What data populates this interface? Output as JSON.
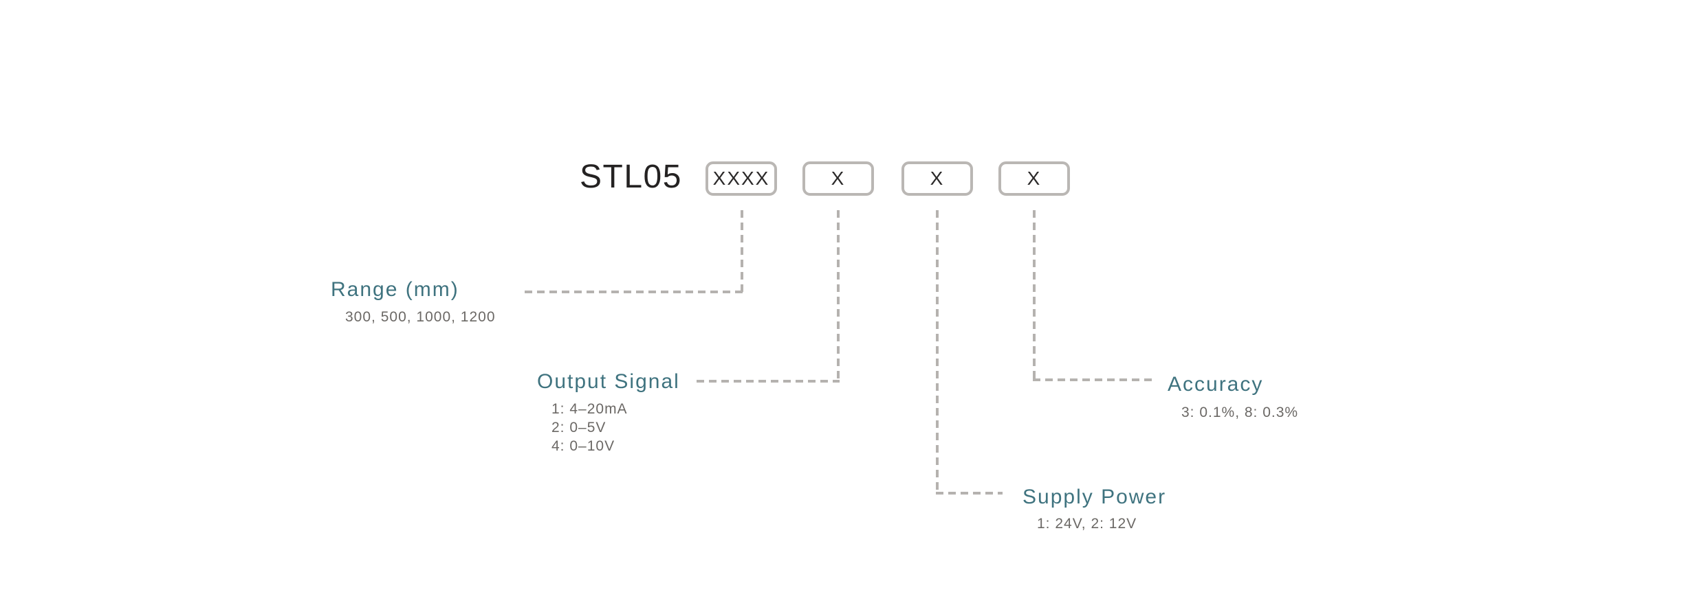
{
  "model_code": {
    "prefix": "STL05",
    "boxes": [
      "XXXX",
      "X",
      "X",
      "X"
    ]
  },
  "fields": {
    "range": {
      "label": "Range (mm)",
      "options": "300, 500, 1000, 1200"
    },
    "output_signal": {
      "label": "Output Signal",
      "options": [
        "1: 4–20mA",
        "2: 0–5V",
        "4: 0–10V"
      ]
    },
    "supply_power": {
      "label": "Supply Power",
      "options": "1: 24V, 2: 12V"
    },
    "accuracy": {
      "label": "Accuracy",
      "options": "3: 0.1%, 8: 0.3%"
    }
  },
  "colors": {
    "label_teal": "#3f737f",
    "value_gray": "#6b6865",
    "dash_gray": "#b5b2af",
    "box_border": "#bab7b4",
    "model_text": "#242222"
  }
}
